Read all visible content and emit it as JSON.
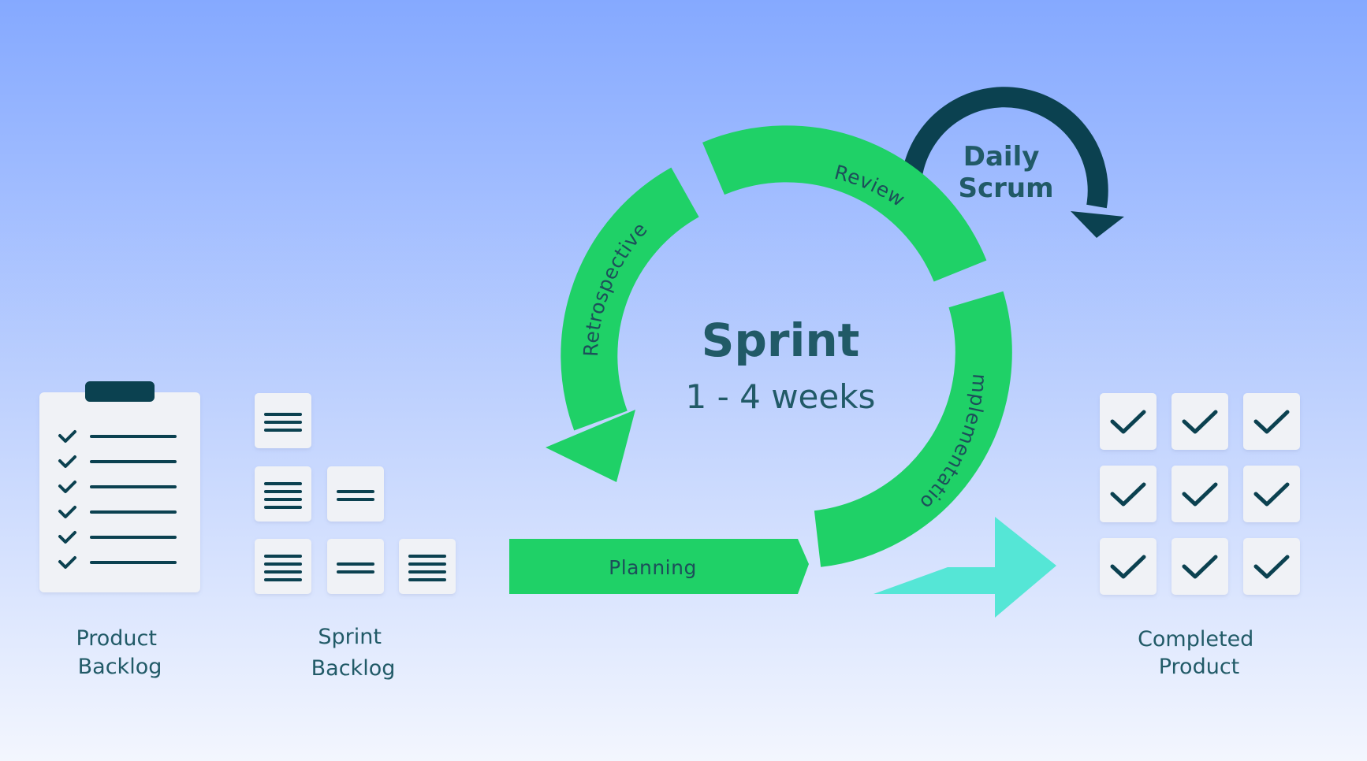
{
  "sprint": {
    "title": "Sprint",
    "duration": "1 - 4 weeks"
  },
  "daily_scrum": {
    "line1": "Daily",
    "line2": "Scrum"
  },
  "stages": {
    "planning": "Planning",
    "implementation": "Implementation",
    "review": "Review",
    "retrospective": "Retrospective"
  },
  "product_backlog": {
    "line1": "Product",
    "line2": "Backlog"
  },
  "sprint_backlog": {
    "line1": "Sprint",
    "line2": "Backlog"
  },
  "completed_product": {
    "line1": "Completed",
    "line2": "Product"
  },
  "colors": {
    "bg_top": "#85a9ff",
    "bg_bottom": "#f3f6fe",
    "cycle_green": "#1fd167",
    "output_teal": "#55e6d6",
    "daily_scrum_dark": "#0b4150",
    "card": "#f0f2f6",
    "text_dark": "#1d4f5a"
  }
}
